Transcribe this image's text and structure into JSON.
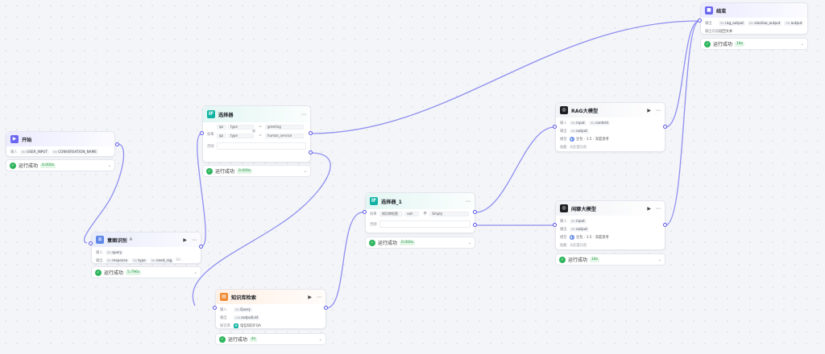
{
  "colors": {
    "accent": "#6a66f0",
    "edge": "#8f8ff0",
    "success": "#2db55d"
  },
  "nodes": {
    "start": {
      "title": "开始",
      "input_label": "输入",
      "inputs": [
        {
          "type": "Str",
          "name": "USER_INPUT"
        },
        {
          "type": "Str",
          "name": "CONVERSATION_NAME"
        }
      ],
      "status": "运行成功",
      "duration": "0.000s"
    },
    "intent": {
      "title": "意图识别",
      "title_suffix": "A",
      "input_label": "输入",
      "output_label": "输出",
      "inputs": [
        {
          "type": "Str",
          "name": "query"
        }
      ],
      "outputs": [
        {
          "type": "Str",
          "name": "response"
        },
        {
          "type": "Str",
          "name": "type"
        },
        {
          "type": "Str",
          "name": "need_rag"
        }
      ],
      "more_tag": "Str ..",
      "status": "运行成功",
      "duration": "5.796s"
    },
    "selector": {
      "title": "选择器",
      "condition_label": "如果",
      "else_label": "否则",
      "and_label": "或",
      "conditions": [
        {
          "left": "qa",
          "field": "type",
          "op": "=",
          "value": "greeting"
        },
        {
          "left": "qa",
          "field": "type",
          "op": "=",
          "value": "human_service"
        }
      ],
      "status": "运行成功",
      "duration": "0.000s"
    },
    "kb": {
      "title": "知识库检索",
      "input_label": "输入",
      "output_label": "输出",
      "kb_label": "知识库",
      "inputs": [
        {
          "type": "Str",
          "name": "Query"
        }
      ],
      "outputs": [
        {
          "type": "List",
          "name": "outputList"
        }
      ],
      "kb_name": "电信知识FQA",
      "status": "运行成功",
      "duration": "4s"
    },
    "selector1": {
      "title": "选择器_1",
      "condition_label": "如果",
      "else_label": "否则",
      "condition": {
        "left": "知识库检索",
        "field": "out-",
        "op": "不",
        "value": "Empty"
      },
      "status": "运行成功",
      "duration": "0.000s"
    },
    "rag": {
      "title": "RAG大模型",
      "input_label": "输入",
      "output_label": "输出",
      "model_label": "模型",
      "skill_label": "技能",
      "inputs": [
        {
          "type": "Str",
          "name": "input"
        },
        {
          "type": "Str",
          "name": "content"
        }
      ],
      "outputs": [
        {
          "type": "Str",
          "name": "output"
        }
      ],
      "model": "豆包 · 1.5 · 深度思考",
      "skill": "未配置技能"
    },
    "chat": {
      "title": "闲聊大模型",
      "input_label": "输入",
      "output_label": "输出",
      "model_label": "模型",
      "skill_label": "技能",
      "inputs": [
        {
          "type": "Str",
          "name": "input"
        }
      ],
      "outputs": [
        {
          "type": "Str",
          "name": "output"
        }
      ],
      "model": "豆包 · 1.5 · 深度思考",
      "skill": "未配置技能",
      "status": "运行成功",
      "duration": "18s"
    },
    "end": {
      "title": "结束",
      "output_label": "输出",
      "content_label": "输出内容",
      "outputs": [
        {
          "type": "Str",
          "name": "rag_output"
        },
        {
          "type": "Str",
          "name": "xianliao_output"
        },
        {
          "type": "Str",
          "name": "output"
        }
      ],
      "content": "返回文本",
      "status": "运行成功",
      "duration": "18s"
    }
  }
}
